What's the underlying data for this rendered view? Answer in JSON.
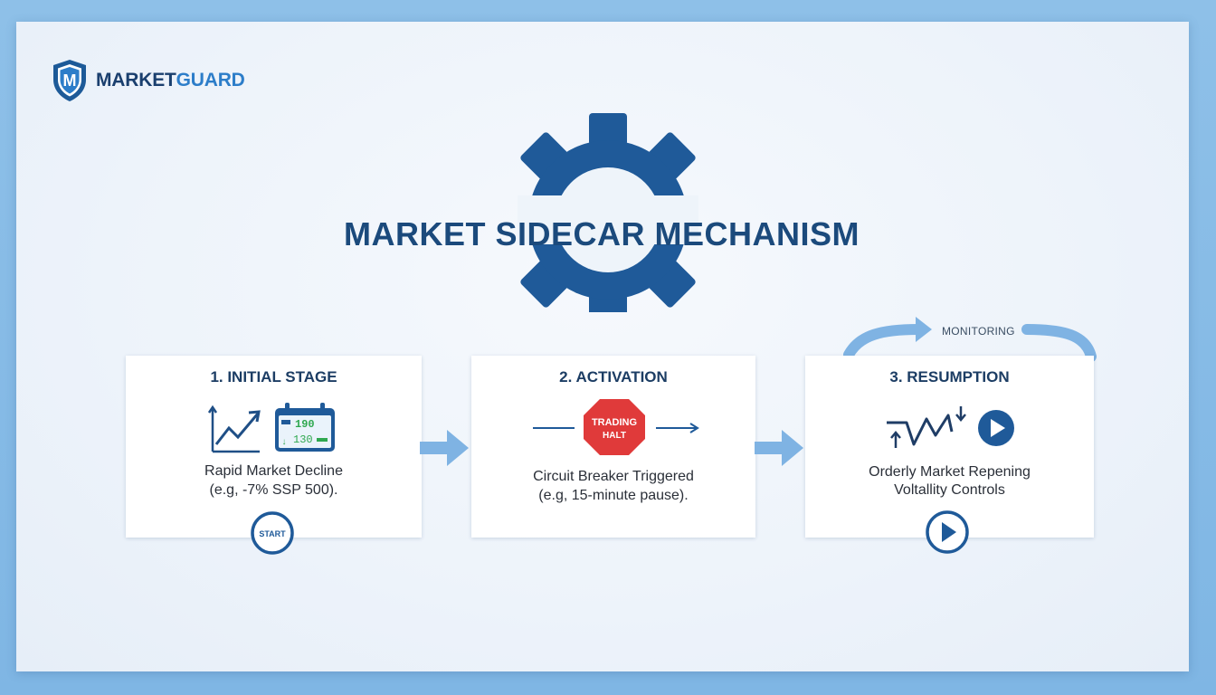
{
  "brand": {
    "name_part1": "MARKET",
    "name_part2": "GUARD",
    "logo_letter": "M"
  },
  "title": "MARKET SIDECAR MECHANISM",
  "loop_label": "MONITORING",
  "stages": [
    {
      "title": "1. INITIAL STAGE",
      "text_line1": "Rapid Market Decline",
      "text_line2": "(e.g, -7% SSP 500).",
      "badge": "START",
      "ticker_values": [
        "190",
        "130"
      ]
    },
    {
      "title": "2. ACTIVATION",
      "text_line1": "Circuit Breaker Triggered",
      "text_line2": "(e.g, 15-minute pause).",
      "sign_line1": "TRADING",
      "sign_line2": "HALT"
    },
    {
      "title": "3. RESUMPTION",
      "text_line1": "Orderly Market Repening",
      "text_line2": "Voltallity Controls"
    }
  ],
  "colors": {
    "navy": "#1b4a7c",
    "accent_blue": "#2c7dc9",
    "arrow_blue": "#7fb3e3",
    "halt_red": "#e03a3a"
  },
  "icons": [
    "shield-icon",
    "gear-icon",
    "chart-up-icon",
    "ticker-board-icon",
    "stop-sign-icon",
    "volatility-wave-icon",
    "play-icon"
  ]
}
